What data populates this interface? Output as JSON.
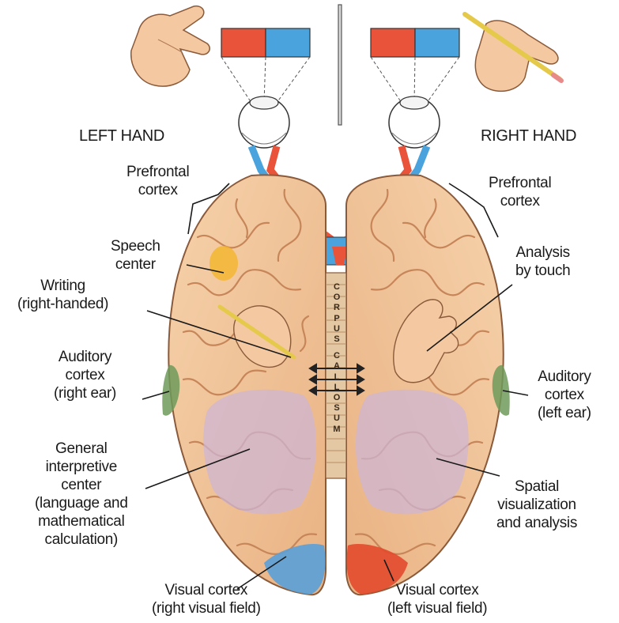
{
  "labels": {
    "left_hand": "LEFT HAND",
    "right_hand": "RIGHT HAND",
    "prefrontal_left": [
      "Prefrontal",
      "cortex"
    ],
    "prefrontal_right": [
      "Prefrontal",
      "cortex"
    ],
    "speech_center": [
      "Speech",
      "center"
    ],
    "writing": [
      "Writing",
      "(right-handed)"
    ],
    "analysis_by_touch": [
      "Analysis",
      "by touch"
    ],
    "auditory_left_side": [
      "Auditory",
      "cortex",
      "(right ear)"
    ],
    "auditory_right_side": [
      "Auditory",
      "cortex",
      "(left ear)"
    ],
    "general_interpretive": [
      "General",
      "interpretive",
      "center",
      "(language and",
      "mathematical",
      "calculation)"
    ],
    "spatial": [
      "Spatial",
      "visualization",
      "and analysis"
    ],
    "visual_left": [
      "Visual cortex",
      "(right visual field)"
    ],
    "visual_right": [
      "Visual cortex",
      "(left visual field)"
    ],
    "corpus_callosum_letters": [
      "C",
      "O",
      "R",
      "P",
      "U",
      "S",
      "C",
      "A",
      "L",
      "L",
      "O",
      "S",
      "U",
      "M"
    ]
  },
  "colors": {
    "visual_field_red": "#e8533a",
    "visual_field_blue": "#4aa3dd",
    "brain_base": "#f2c49a",
    "brain_fold": "#d89a6a",
    "speech_area": "#f3b52a",
    "auditory_area": "#6f9a5a",
    "interpretive_area": "#cdb6d6",
    "visual_cortex_blue": "#5aa0d8",
    "visual_cortex_red": "#e24a2c"
  },
  "icons": [
    "left-hand-icon",
    "right-hand-writing-icon",
    "left-eye-icon",
    "right-eye-icon",
    "pencil-icon"
  ]
}
